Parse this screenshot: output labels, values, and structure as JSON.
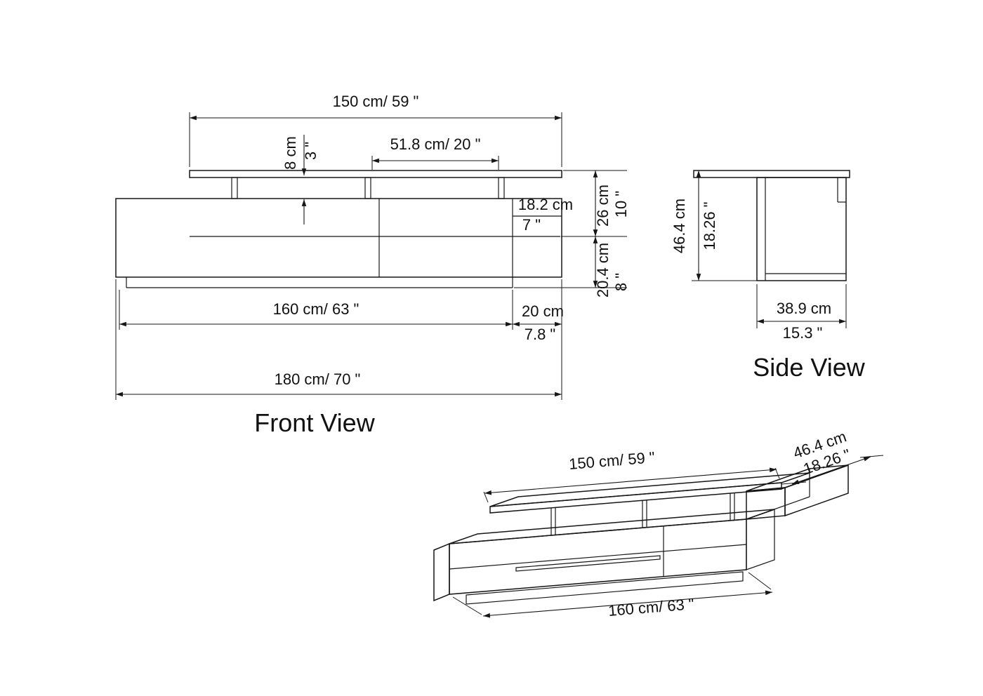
{
  "drawing_title": "TV stand technical drawing",
  "colors": {
    "line": "#161616",
    "background": "#ffffff"
  },
  "views": {
    "front": {
      "label": "Front View",
      "dim_top_width": "150 cm/ 59 \"",
      "dim_shelf_gap_cm": "8 cm",
      "dim_shelf_gap_in": "3 \"",
      "dim_mid_span": "51.8 cm/ 20 \"",
      "dim_cubby_cm": "18.2 cm",
      "dim_cubby_in": "7 \"",
      "dim_upper_cm": "26 cm",
      "dim_upper_in": "10 \"",
      "dim_lower_cm": "20.4 cm",
      "dim_lower_in": "8 \"",
      "dim_body_width": "160 cm/ 63 \"",
      "dim_side_cm": "20 cm",
      "dim_side_in": "7.8 \"",
      "dim_total_width": "180 cm/ 70 \""
    },
    "side": {
      "label": "Side View",
      "dim_height_cm": "46.4 cm",
      "dim_height_in": "18.26 \"",
      "dim_depth_cm": "38.9 cm",
      "dim_depth_in": "15.3 \""
    },
    "iso": {
      "dim_top_width": "150 cm/ 59 \"",
      "dim_depth_cm": "46.4 cm",
      "dim_depth_in": "18.26 \"",
      "dim_bottom_width": "160 cm/ 63 \""
    }
  }
}
